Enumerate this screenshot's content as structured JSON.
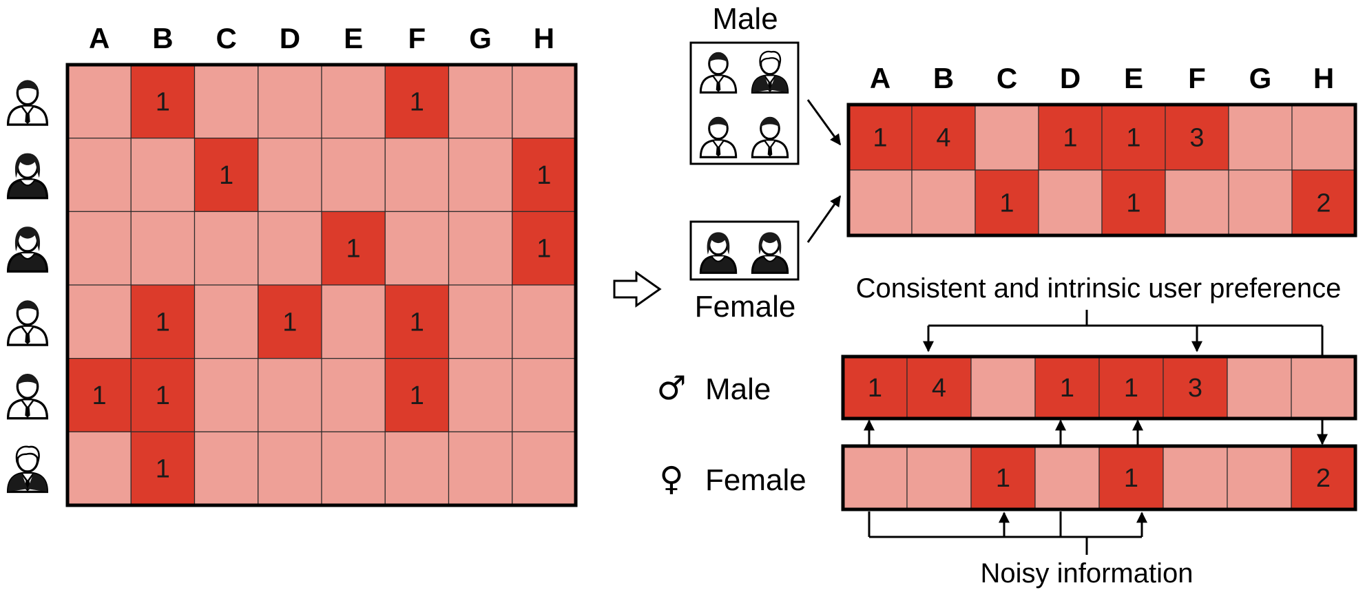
{
  "colors": {
    "filled": "#dc3b2b",
    "empty": "#eea097",
    "border": "#000000",
    "gridline": "#2a2a2a"
  },
  "columns": [
    "A",
    "B",
    "C",
    "D",
    "E",
    "F",
    "G",
    "H"
  ],
  "left_matrix": {
    "users": [
      {
        "icon": "male-user-tie-icon",
        "cells": [
          "",
          "1",
          "",
          "",
          "",
          "1",
          "",
          ""
        ]
      },
      {
        "icon": "female-user-icon",
        "cells": [
          "",
          "",
          "1",
          "",
          "",
          "",
          "",
          "1"
        ]
      },
      {
        "icon": "female-user-icon",
        "cells": [
          "",
          "",
          "",
          "",
          "1",
          "",
          "",
          "1"
        ]
      },
      {
        "icon": "male-user-tie-icon",
        "cells": [
          "",
          "1",
          "",
          "1",
          "",
          "1",
          "",
          ""
        ]
      },
      {
        "icon": "male-user-tie-icon",
        "cells": [
          "1",
          "1",
          "",
          "",
          "",
          "1",
          "",
          ""
        ]
      },
      {
        "icon": "male-user-suit-icon",
        "cells": [
          "",
          "1",
          "",
          "",
          "",
          "",
          "",
          ""
        ]
      }
    ]
  },
  "aggregate": {
    "male_title": "Male",
    "female_title": "Female",
    "rows": [
      [
        "1",
        "4",
        "",
        "1",
        "1",
        "3",
        "",
        ""
      ],
      [
        "",
        "",
        "1",
        "",
        "1",
        "",
        "",
        "2"
      ]
    ]
  },
  "comparison": {
    "top_caption": "Consistent and intrinsic user preference",
    "bottom_caption": "Noisy information",
    "male_symbol": "♂",
    "male_label": "Male",
    "female_symbol": "♀",
    "female_label": "Female",
    "male_row": [
      "1",
      "4",
      "",
      "1",
      "1",
      "3",
      "",
      ""
    ],
    "female_row": [
      "",
      "",
      "1",
      "",
      "1",
      "",
      "",
      "2"
    ]
  }
}
